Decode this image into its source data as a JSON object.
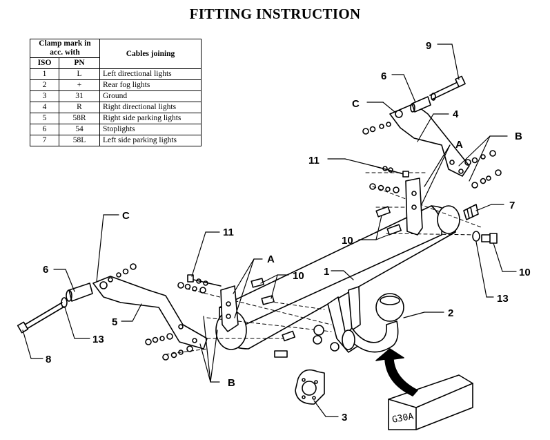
{
  "title": "FITTING INSTRUCTION",
  "table": {
    "header_clamp": "Clamp mark in acc. with",
    "header_iso": "ISO",
    "header_pn": "PN",
    "header_cables": "Cables joining",
    "rows": [
      {
        "iso": "1",
        "pn": "L",
        "desc": "Left directional lights"
      },
      {
        "iso": "2",
        "pn": "+",
        "desc": "Rear fog lights"
      },
      {
        "iso": "3",
        "pn": "31",
        "desc": "Ground"
      },
      {
        "iso": "4",
        "pn": "R",
        "desc": "Right directional lights"
      },
      {
        "iso": "5",
        "pn": "58R",
        "desc": "Right side parking lights"
      },
      {
        "iso": "6",
        "pn": "54",
        "desc": "Stoplights"
      },
      {
        "iso": "7",
        "pn": "58L",
        "desc": "Left side parking lights"
      }
    ]
  },
  "part_labels": {
    "p1": "1",
    "p2": "2",
    "p3": "3",
    "p4": "4",
    "p5": "5",
    "p6_top": "6",
    "p6_left": "6",
    "p7": "7",
    "p8": "8",
    "p9": "9",
    "p10_mid": "10",
    "p10_center": "10",
    "p10_right": "10",
    "p11_top": "11",
    "p11_mid": "11",
    "p13_left": "13",
    "p13_right": "13",
    "A_top": "A",
    "A_mid": "A",
    "B_top": "B",
    "B_bottom": "B",
    "C_top": "C",
    "C_left": "C"
  },
  "box_label": "G30A"
}
